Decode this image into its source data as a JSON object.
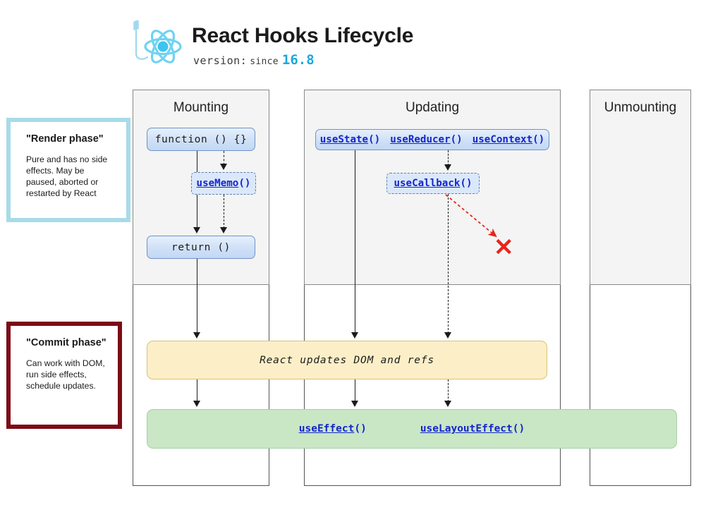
{
  "header": {
    "title": "React Hooks Lifecycle",
    "version_label": "version:",
    "version_since": "since",
    "version_number": "16.8",
    "logo_icon": "react-atom-hook-icon"
  },
  "phases": [
    {
      "id": "render",
      "title": "\"Render phase\"",
      "description": "Pure and has no side effects. May be paused, aborted or restarted by React",
      "border_color": "#a8dbe8"
    },
    {
      "id": "commit",
      "title": "\"Commit phase\"",
      "description": "Can work with DOM, run side effects, schedule updates.",
      "border_color": "#7b0b16"
    }
  ],
  "columns": [
    {
      "id": "mounting",
      "label": "Mounting"
    },
    {
      "id": "updating",
      "label": "Updating"
    },
    {
      "id": "unmounting",
      "label": "Unmounting"
    }
  ],
  "nodes": {
    "function": {
      "label": "function () {}",
      "style": "solid"
    },
    "use_memo": {
      "name": "useMemo",
      "parens": "()",
      "style": "dashed"
    },
    "return": {
      "label": "return ()",
      "style": "solid"
    },
    "use_state": {
      "name": "useState",
      "parens": "()"
    },
    "use_reducer": {
      "name": "useReducer",
      "parens": "()"
    },
    "use_context": {
      "name": "useContext",
      "parens": "()"
    },
    "use_callback": {
      "name": "useCallback",
      "parens": "()",
      "style": "dashed"
    }
  },
  "commit_boxes": {
    "dom_update": {
      "label": "React updates DOM and refs",
      "fill": "#fcefc7"
    },
    "effects": {
      "fill": "#c9e6c5",
      "hooks": [
        {
          "name": "useEffect",
          "parens": "()"
        },
        {
          "name": "useLayoutEffect",
          "parens": "()"
        }
      ]
    }
  },
  "annotations": {
    "error_marker": "✕",
    "error_marker_color": "#e8251a"
  },
  "colors": {
    "react_blue": "#1ca7de",
    "link_blue": "#1426cc",
    "render_border": "#a8dbe8",
    "commit_border": "#7b0b16",
    "yellow_fill": "#fcefc7",
    "green_fill": "#c9e6c5",
    "node_fill": "#cfe0f7"
  }
}
